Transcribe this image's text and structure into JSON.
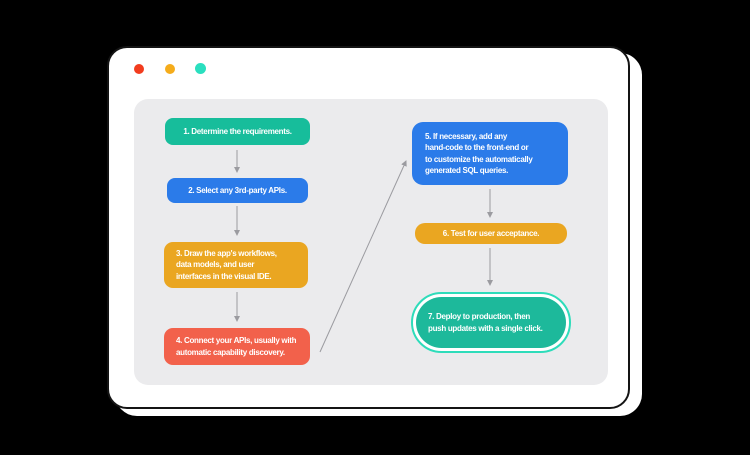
{
  "window": {
    "controls": [
      {
        "name": "red-dot",
        "color": "#F23C1E"
      },
      {
        "name": "yellow-dot",
        "color": "#F5AC1B"
      },
      {
        "name": "teal-dot",
        "color": "#2ADFBF"
      }
    ]
  },
  "flow": {
    "steps": [
      {
        "id": 1,
        "color": "#17BD9B",
        "shape": "rounded-rect",
        "lines": [
          "1. Determine the requirements."
        ]
      },
      {
        "id": 2,
        "color": "#2B7BE9",
        "shape": "rounded-rect",
        "lines": [
          "2. Select any 3rd-party APIs."
        ]
      },
      {
        "id": 3,
        "color": "#EAA621",
        "shape": "rounded-rect",
        "lines": [
          "3. Draw the app's workflows,",
          "data models, and user",
          "interfaces in the visual IDE."
        ]
      },
      {
        "id": 4,
        "color": "#F2614B",
        "shape": "rounded-rect",
        "lines": [
          "4. Connect your APIs, usually with",
          "automatic capability discovery."
        ]
      },
      {
        "id": 5,
        "color": "#2B7BE9",
        "shape": "rounded-rect",
        "lines": [
          "5. If necessary, add any",
          "hand-code to the front-end or",
          "to customize the automatically",
          "generated SQL queries."
        ]
      },
      {
        "id": 6,
        "color": "#EAA621",
        "shape": "rounded-rect",
        "lines": [
          "6. Test for user acceptance."
        ]
      },
      {
        "id": 7,
        "color": "#1DB99B",
        "ring_color": "#2EDCBA",
        "shape": "stadium-outlined",
        "lines": [
          "7. Deploy to production, then",
          "push updates with a single click."
        ]
      }
    ],
    "connectors": [
      {
        "from": 1,
        "to": 2,
        "type": "vertical"
      },
      {
        "from": 2,
        "to": 3,
        "type": "vertical"
      },
      {
        "from": 3,
        "to": 4,
        "type": "vertical"
      },
      {
        "from": 4,
        "to": 5,
        "type": "diagonal"
      },
      {
        "from": 5,
        "to": 6,
        "type": "vertical"
      },
      {
        "from": 6,
        "to": 7,
        "type": "vertical"
      }
    ],
    "arrow_color": "#9B9BA0",
    "panel_color": "#EBEBED"
  }
}
